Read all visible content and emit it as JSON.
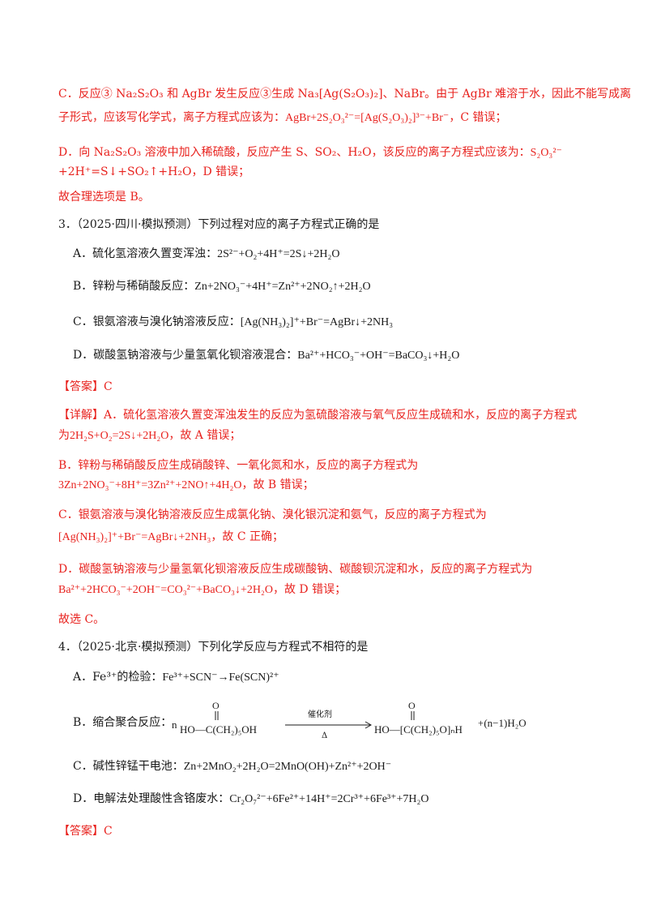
{
  "blocks": {
    "c_intro": "C．反应③ Na₂S₂O₃ 和 AgBr 发生反应③生成 Na₃[Ag(S₂O₃)₂]、NaBr。由于 AgBr 难溶于水，因此不能写成离",
    "c_line2_pre": "子形式，应该写化学式，离子方程式应该为：",
    "c_line2_eq": "AgBr+2S₂O₃²⁻=[Ag(S₂O₃)₂]³⁻+Br⁻",
    "c_line2_post": "，C 错误；",
    "d_intro_pre": "D．向 Na₂S₂O₃ 溶液中加入稀硫酸，反应产生 S、SO₂、H₂O，该反应的离子方程式应该为：",
    "d_intro_eq": "S₂O₃²⁻",
    "d_line2": "+2H⁺=S↓+SO₂↑+H₂O，D 错误；",
    "conclusion_b": "故合理选项是 B。",
    "q3_stem": "3．（2025·四川·模拟预测）下列过程对应的离子方程式正确的是",
    "q3_a_label": "A．硫化氢溶液久置变浑浊：",
    "q3_a_eq": "2S²⁻+O₂+4H⁺=2S↓+2H₂O",
    "q3_b_label": "B．锌粉与稀硝酸反应：",
    "q3_b_eq": "Zn+2NO₃⁻+4H⁺=Zn²⁺+2NO₂↑+2H₂O",
    "q3_c_label": "C．银氨溶液与溴化钠溶液反应：",
    "q3_c_eq": "[Ag(NH₃)₂]⁺+Br⁻=AgBr↓+2NH₃",
    "q3_d_label": "D．碳酸氢钠溶液与少量氢氧化钡溶液混合：",
    "q3_d_eq": "Ba²⁺+HCO₃⁻+OH⁻=BaCO₃↓+H₂O",
    "q3_answer": "【答案】C",
    "q3_exp_a1": "【详解】A．硫化氢溶液久置变浑浊发生的反应为氢硫酸溶液与氧气反应生成硫和水，反应的离子方程式",
    "q3_exp_a2_pre": "为",
    "q3_exp_a2_eq": "2H₂S+O₂=2S↓+2H₂O",
    "q3_exp_a2_post": "，故 A 错误；",
    "q3_exp_b1": "B．锌粉与稀硝酸反应生成硝酸锌、一氧化氮和水，反应的离子方程式为",
    "q3_exp_b2_eq": "3Zn+2NO₃⁻+8H⁺=3Zn²⁺+2NO↑+4H₂O",
    "q3_exp_b2_post": "，故 B 错误；",
    "q3_exp_c1": "C．银氨溶液与溴化钠溶液反应生成氯化钠、溴化银沉淀和氨气，反应的离子方程式为",
    "q3_exp_c2_eq": "[Ag(NH₃)₂]⁺+Br⁻=AgBr↓+2NH₃",
    "q3_exp_c2_post": "，故 C 正确；",
    "q3_exp_d1": "D．碳酸氢钠溶液与少量氢氧化钡溶液反应生成碳酸钠、碳酸钡沉淀和水，反应的离子方程式为",
    "q3_exp_d2_eq": "Ba²⁺+2HCO₃⁻+2OH⁻=CO₃²⁻+BaCO₃↓+2H₂O",
    "q3_exp_d2_post": "，故 D 错误；",
    "conclusion_c": "故选 C。",
    "q4_stem": "4．（2025·北京·模拟预测）下列化学反应与方程式不相符的是",
    "q4_a_label": "A．Fe³⁺的检验：",
    "q4_a_eq": "Fe³⁺+SCN⁻→Fe(SCN)²⁺",
    "q4_b_label": "B．缩合聚合反应：",
    "q4_b_n": "n",
    "q4_b_reactant": "HO—C(CH₂)₅OH",
    "q4_b_catalyst": "催化剂",
    "q4_b_delta": "Δ",
    "q4_b_product": "HO—[C(CH₂)₅O]ₙH",
    "q4_b_water": "+(n−1)H₂O",
    "q4_b_oxygen": "O",
    "q4_c_label": "C．碱性锌锰干电池：",
    "q4_c_eq": "Zn+2MnO₂+2H₂O=2MnO(OH)+Zn²⁺+2OH⁻",
    "q4_d_label": "D．电解法处理酸性含铬废水：",
    "q4_d_eq": "Cr₂O₇²⁻+6Fe²⁺+14H⁺=2Cr³⁺+6Fe³⁺+7H₂O",
    "q4_answer": "【答案】C"
  }
}
